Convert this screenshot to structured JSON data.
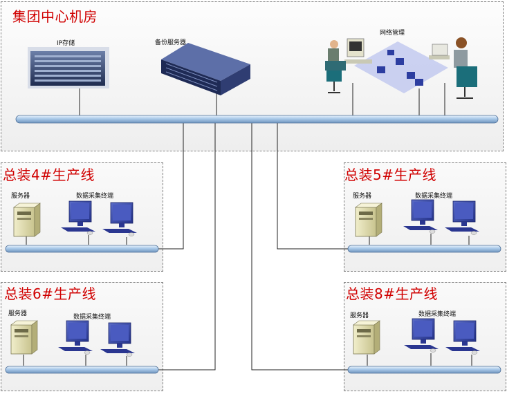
{
  "datacenter": {
    "title": "集团中心机房",
    "ip_storage_label": "IP存储",
    "backup_server_label": "备份服务器",
    "network_mgmt_label": "网络管理"
  },
  "lines": [
    {
      "title": "总装4#生产线",
      "server_label": "服务器",
      "terminal_label": "数据采集终端"
    },
    {
      "title": "总装5#生产线",
      "server_label": "服务器",
      "terminal_label": "数据采集终端"
    },
    {
      "title": "总装6#生产线",
      "server_label": "服务器",
      "terminal_label": "数据采集终端"
    },
    {
      "title": "总装8#生产线",
      "server_label": "服务器",
      "terminal_label": "数据采集终端"
    }
  ],
  "colors": {
    "title_red": "#d00000",
    "bus_blue": "#a8c8e8",
    "pc_blue": "#3a4aa8",
    "server_beige": "#e6e2b0"
  }
}
